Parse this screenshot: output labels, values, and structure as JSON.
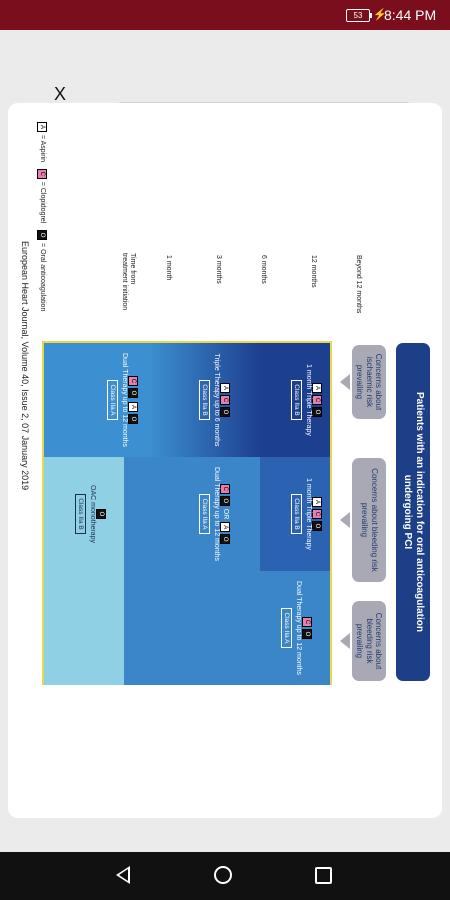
{
  "status_bar": {
    "battery": "53",
    "time": "8:44 PM"
  },
  "page": {
    "close_label": "X"
  },
  "figure": {
    "title_line1": "Patients with an indication for oral anticoagulation",
    "title_line2": "undergoing PCI",
    "concern_ischaemic": "Concerns about ischaemic risk prevailing",
    "concern_bleeding": "Concerns about bleeding risk prevailing",
    "time_axis_label": "Time from treatment initiation",
    "ticks": [
      "1 month",
      "3 months",
      "6 months",
      "12 months",
      "Beyond 12 months"
    ],
    "triple_1m_a": "1 month Triple Therapy",
    "triple_1m_a_class": "Class IIa B",
    "triple_1m_b": "1 month Triple Therapy",
    "triple_1m_b_class": "Class IIa B",
    "triple_6m": "Triple Therapy up to 6 months",
    "triple_6m_class": "Class IIa B",
    "dual_12m_a": "Dual Therapy up to 12 months",
    "dual_12m_a_class": "Class IIa A",
    "dual_12m_b": "Dual Therapy up to 12 months",
    "dual_12m_b_class": "Class IIa A",
    "or_label": "OR",
    "oac_mono": "OAC monotherapy",
    "oac_mono_class": "Class IIa B",
    "legend_a": "= Aspirin",
    "legend_c": "= Clopidogrel",
    "legend_o": "= Oral anticoagulation",
    "letters": {
      "a": "A",
      "c": "C",
      "o": "O"
    },
    "citation": "European Heart Journal, Volume 40, Issue 2, 07 January 2019"
  },
  "colors": {
    "status_bar": "#7a0e1d",
    "header": "#1c3f88",
    "accent_pink": "#e57fb0"
  }
}
